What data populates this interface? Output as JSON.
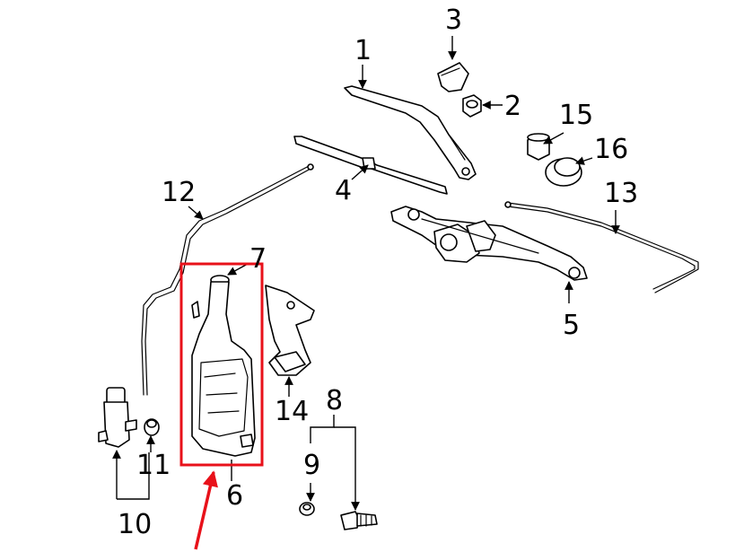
{
  "colors": {
    "line": "#000000",
    "highlight": "#e8111a",
    "background": "#ffffff"
  },
  "callouts": {
    "c1": "1",
    "c2": "2",
    "c3": "3",
    "c4": "4",
    "c5": "5",
    "c6": "6",
    "c7": "7",
    "c8": "8",
    "c9": "9",
    "c10": "10",
    "c11": "11",
    "c12": "12",
    "c13": "13",
    "c14": "14",
    "c15": "15",
    "c16": "16"
  }
}
